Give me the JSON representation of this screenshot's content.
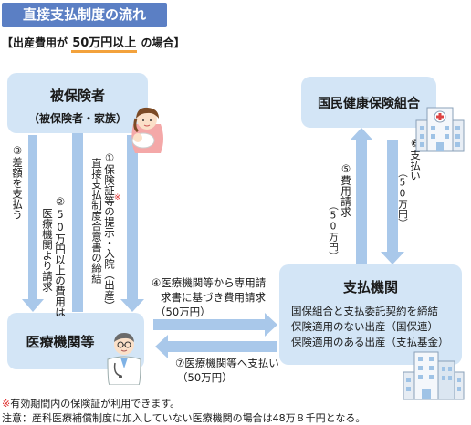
{
  "title": "直接支払制度の流れ",
  "condition": {
    "prefix": "【出産費用が",
    "amount": "50万円以上",
    "suffix": "の場合】"
  },
  "nodes": {
    "insured": {
      "name": "被保険者",
      "sub": "（被保険者・家族）"
    },
    "insurer": {
      "name": "国民健康保険組合"
    },
    "hospital": {
      "name": "医療機関等"
    },
    "payment_agency": {
      "name": "支払機関",
      "lines": [
        "国保組合と支払委託契約を締結",
        "保険適用のない出産（国保連）",
        "保険適用のある出産（支払基金）"
      ]
    }
  },
  "steps": {
    "s1": {
      "col1": "①保険証等の提示・入院（出産）",
      "col2": "直接支払制度合意書の締結"
    },
    "s2": {
      "col1": "②50万円以上の費用は",
      "col2": "医療機関より請求"
    },
    "s3": {
      "text": "③差額を支払う"
    },
    "s4": {
      "line1": "④医療機関等から専用請",
      "line2": "求書に基づき費用請求",
      "amount": "（50万円）"
    },
    "s5": {
      "col1": "⑤費用請求",
      "col2": "（50万円）"
    },
    "s6": {
      "col1": "⑥支払い",
      "col2": "（50万円）"
    },
    "s7": {
      "line1": "⑦医療機関等へ支払い",
      "amount": "（50万円）"
    }
  },
  "notes": [
    {
      "mark": "※",
      "text": "有効期間内の保険証が利用できます。"
    },
    {
      "mark": "",
      "text": "注意：産科医療補償制度に加入していない医療機関の場合は48万８千円となる。"
    }
  ],
  "colors": {
    "box": "#d3e5f6",
    "arrow": "#a9c8ea",
    "title_bg": "#5b7fc4",
    "underline": "#f3a23c",
    "note_mark": "#e0302f"
  },
  "icons": [
    "mother-baby-icon",
    "hospital-building-icon",
    "doctor-icon",
    "office-building-icon"
  ]
}
